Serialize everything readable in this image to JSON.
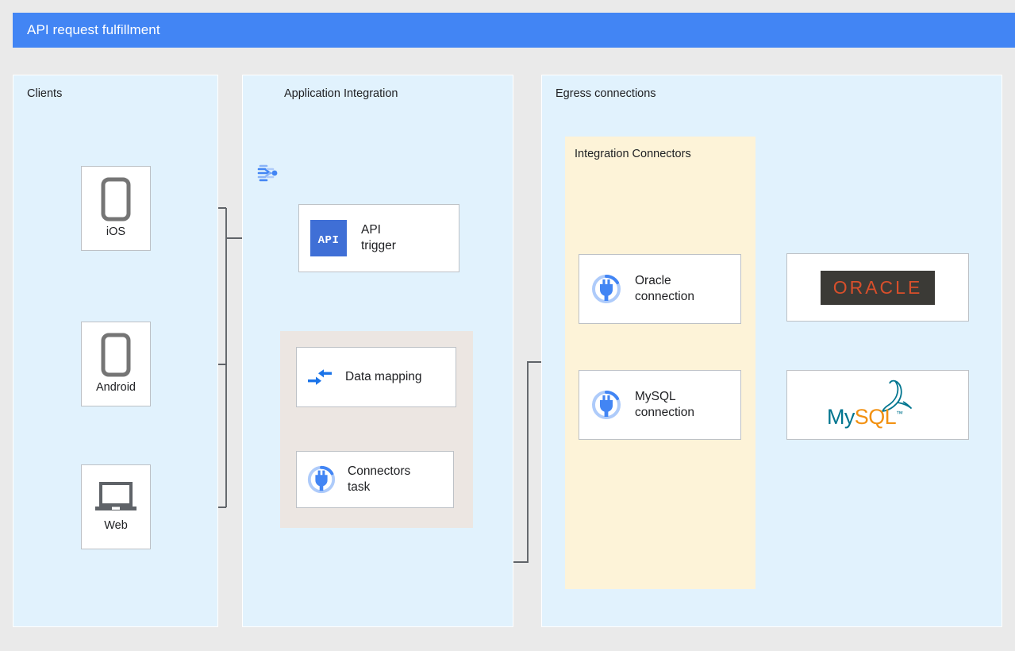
{
  "title_bar": {
    "title": "API request fulfillment",
    "background": "#4285f4",
    "text_color": "#ffffff"
  },
  "panels": {
    "clients": {
      "label": "Clients",
      "background": "#e1f2fd"
    },
    "application_integration": {
      "label": "Application Integration",
      "icon": "application-integration-icon",
      "background": "#e1f2fd"
    },
    "egress": {
      "label": "Egress connections",
      "background": "#e1f2fd"
    },
    "integration_connectors": {
      "label": "Integration Connectors",
      "background": "#fdf3d8"
    }
  },
  "clients": [
    {
      "label": "iOS",
      "icon": "mobile-phone-icon"
    },
    {
      "label": "Android",
      "icon": "mobile-phone-icon"
    },
    {
      "label": "Web",
      "icon": "laptop-icon"
    }
  ],
  "integration_nodes": {
    "api_trigger": {
      "label": "API\ntrigger",
      "icon": "api-badge-icon",
      "icon_text": "API",
      "icon_color": "#3f6fd6"
    },
    "data_mapping": {
      "label": "Data mapping",
      "icon": "data-mapping-arrows-icon",
      "icon_color": "#1a73e8"
    },
    "connectors_task": {
      "label": "Connectors\ntask",
      "icon": "connector-plug-icon",
      "icon_color": "#4285f4"
    }
  },
  "connections": [
    {
      "label": "Oracle\nconnection",
      "icon": "connector-plug-icon"
    },
    {
      "label": "MySQL\nconnection",
      "icon": "connector-plug-icon"
    }
  ],
  "backends": {
    "oracle": {
      "wordmark": "ORACLE",
      "logo_background": "#3b3a36",
      "logo_color": "#d94f2b"
    },
    "mysql": {
      "wordmark_primary": "My",
      "wordmark_secondary": "SQL",
      "trademark": "™",
      "primary_color": "#00758f",
      "secondary_color": "#f29111",
      "icon": "mysql-dolphin-icon"
    }
  },
  "edges": {
    "stroke_color": "#5f6368",
    "items": [
      {
        "from": "iOS",
        "to": "API trigger",
        "arrow": "single"
      },
      {
        "from": "Android",
        "to": "API trigger",
        "arrow": "single"
      },
      {
        "from": "Web",
        "to": "API trigger",
        "arrow": "single"
      },
      {
        "from": "API trigger",
        "to": "Data mapping",
        "arrow": "single"
      },
      {
        "from": "Data mapping",
        "to": "Connectors task",
        "arrow": "double"
      },
      {
        "from": "Connectors task",
        "to": "Integration Connectors",
        "arrow": "single"
      },
      {
        "from": "Integration Connectors",
        "to": "Connectors task",
        "arrow": "single"
      },
      {
        "from": "Oracle connection",
        "to": "Oracle",
        "arrow": "double"
      },
      {
        "from": "MySQL connection",
        "to": "MySQL",
        "arrow": "double"
      }
    ]
  }
}
